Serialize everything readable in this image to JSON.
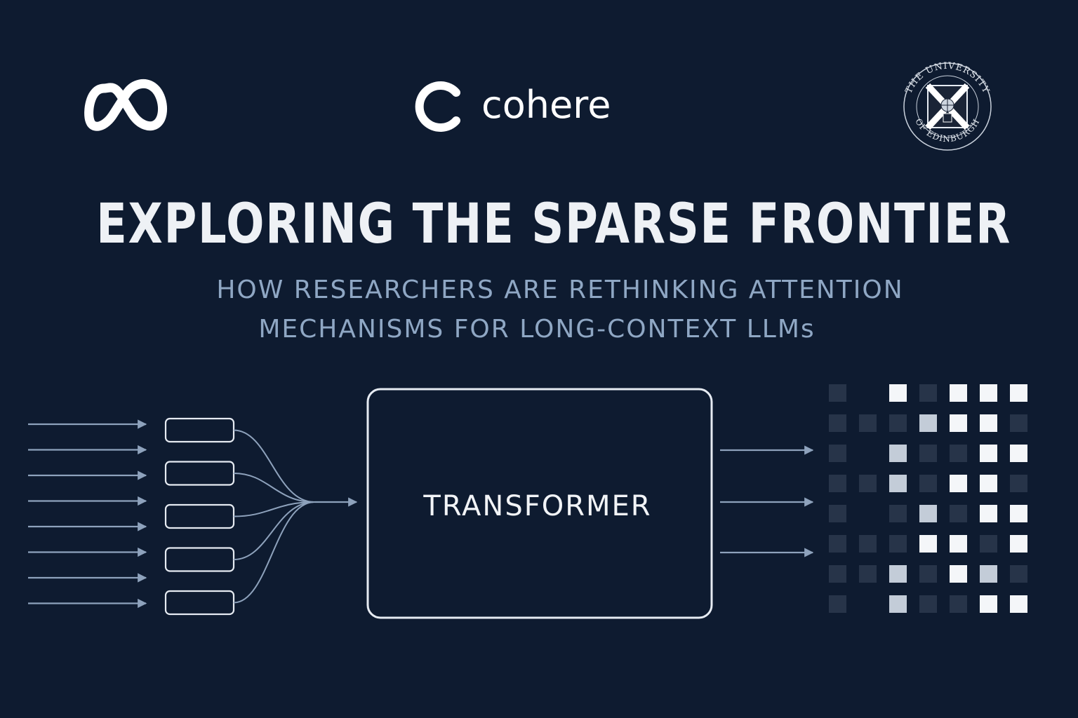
{
  "logos": {
    "left": {
      "icon": "infinity-logo-icon"
    },
    "center": {
      "icon": "c-logo-icon",
      "wordmark": "cohere"
    },
    "right": {
      "icon": "university-seal-icon",
      "seal_text_top": "THE UNIVERSITY",
      "seal_text_bottom": "OF EDINBURGH"
    }
  },
  "title": "EXPLORING THE SPARSE FRONTIER",
  "subtitle": {
    "line1": "HOW RESEARCHERS ARE RETHINKING ATTENTION",
    "line2": "MECHANISMS FOR LONG-CONTEXT LLMs"
  },
  "diagram": {
    "input_arrow_count": 8,
    "token_box_count": 5,
    "model_box_label": "TRANSFORMER",
    "output_arrow_count": 3,
    "attention_matrix": [
      [
        1,
        0,
        3,
        1,
        3,
        3,
        3
      ],
      [
        1,
        1,
        1,
        2,
        3,
        3,
        1
      ],
      [
        1,
        0,
        2,
        1,
        1,
        3,
        3
      ],
      [
        1,
        1,
        2,
        1,
        3,
        3,
        1
      ],
      [
        1,
        0,
        1,
        2,
        1,
        3,
        3
      ],
      [
        1,
        1,
        1,
        3,
        3,
        1,
        3
      ],
      [
        1,
        1,
        2,
        1,
        3,
        2,
        1
      ],
      [
        1,
        0,
        2,
        1,
        1,
        3,
        3
      ]
    ],
    "colors": {
      "background": "#0e1b30",
      "line": "#8ea2bc",
      "box_stroke": "#e6ebf2",
      "cell_off": "#0e1b30",
      "cell_dim": "#273449",
      "cell_mid": "#c3ccd8",
      "cell_bright": "#f4f6f9"
    }
  }
}
